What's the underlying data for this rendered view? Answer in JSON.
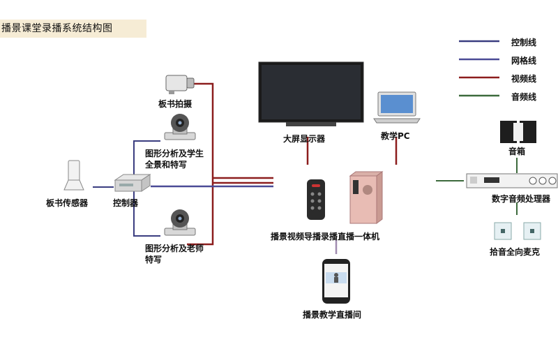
{
  "title": "播景课堂录播系统结构图",
  "legend": [
    {
      "label": "控制线",
      "color": "#3a3d80"
    },
    {
      "label": "网格线",
      "color": "#4a4a96"
    },
    {
      "label": "视频线",
      "color": "#8c1d1d"
    },
    {
      "label": "音频线",
      "color": "#3c6a3c"
    }
  ],
  "nodes": {
    "board_camera": "板书拍摄",
    "camera_students": "图形分析及学生\n全景和特写",
    "board_sensor": "板书传感器",
    "controller": "控制器",
    "camera_teacher": "图形分析及老师\n特写",
    "display": "大屏显示器",
    "teaching_pc": "教学PC",
    "recorder": "播景视频导播录播直播一体机",
    "live_room": "播景教学直播间",
    "speaker": "音箱",
    "audio_processor": "数字音频处理器",
    "microphone": "拾音全向麦克"
  }
}
